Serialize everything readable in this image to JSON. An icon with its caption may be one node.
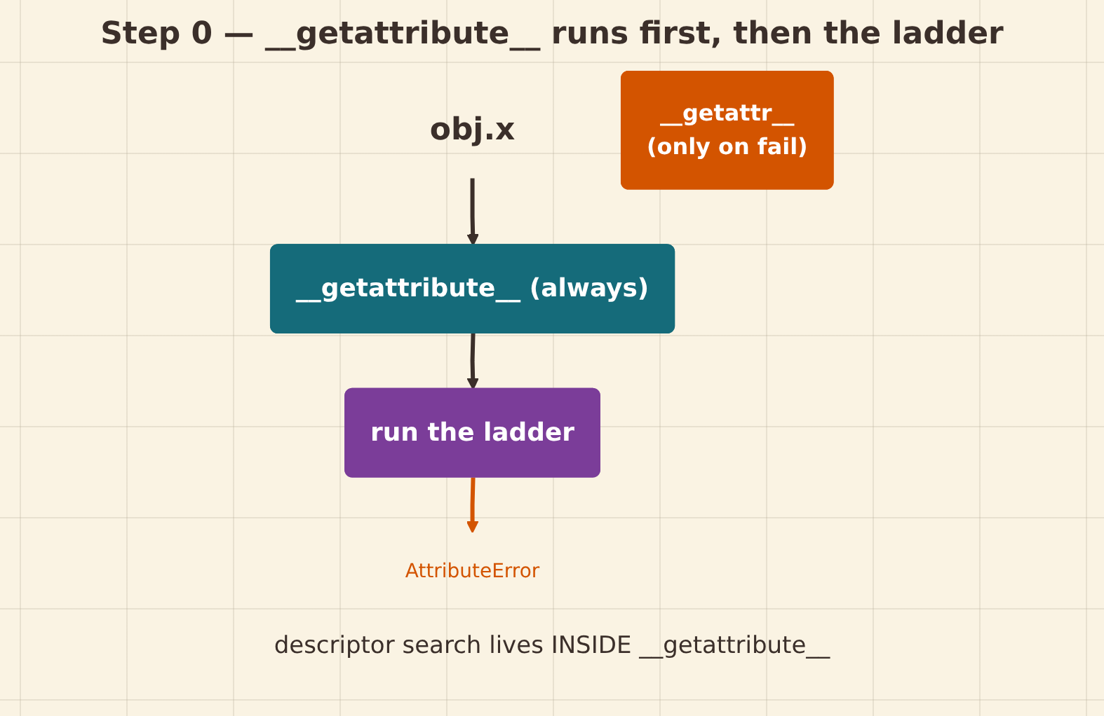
{
  "diagram": {
    "title": "Step 0 — __getattribute__ runs first, then the ladder",
    "caption": "descriptor search lives INSIDE __getattribute__",
    "nodes": [
      {
        "text": [
          "obj.x"
        ]
      },
      {
        "text": [
          "__getattribute__ (always)"
        ]
      },
      {
        "text": [
          "run the ladder"
        ]
      },
      {
        "text": [
          "AttributeError"
        ]
      },
      {
        "text": [
          "__getattr__",
          "(only on fail)"
        ]
      }
    ],
    "edges": [
      {
        "from": 0,
        "to": 1,
        "arrow": "to"
      },
      {
        "from": 1,
        "to": 2,
        "arrow": "to"
      },
      {
        "from": 2,
        "to": 3,
        "arrow": "to",
        "color": "#d35400"
      }
    ]
  }
}
